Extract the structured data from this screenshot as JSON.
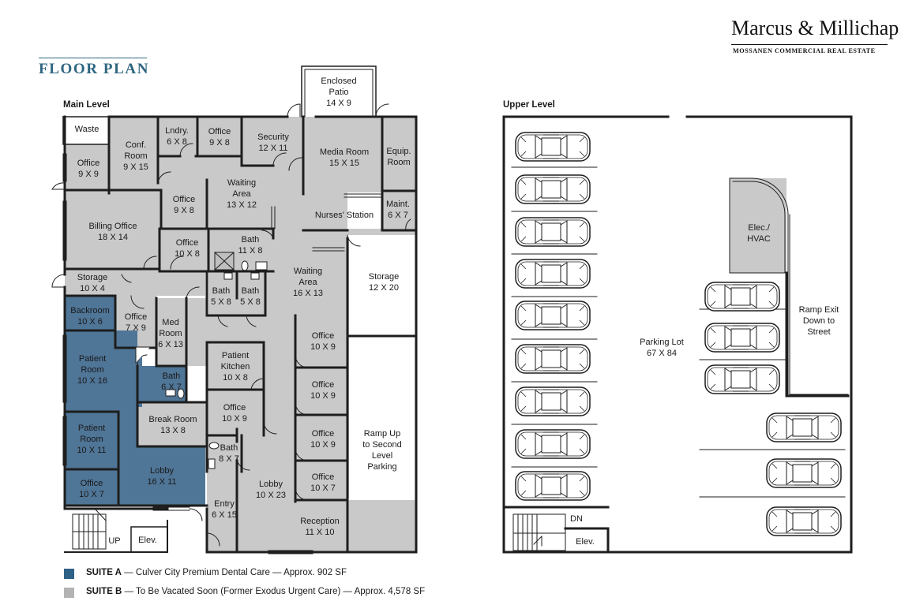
{
  "title": "FLOOR PLAN",
  "brand": {
    "name": "Marcus & Millichap",
    "subtitle": "MOSSANEN COMMERCIAL REAL ESTATE"
  },
  "levels": {
    "main": "Main Level",
    "upper": "Upper Level"
  },
  "colors": {
    "suite_a": "#4f7597",
    "suite_b": "#c9c9c9",
    "wall": "#1e1e1e",
    "title": "#2f6680"
  },
  "rooms": {
    "enclosed_patio": [
      "Enclosed",
      "Patio",
      "14 X 9"
    ],
    "waste": [
      "Waste"
    ],
    "office_9x9": [
      "Office",
      "9 X 9"
    ],
    "conf_room": [
      "Conf.",
      "Room",
      "9 X 15"
    ],
    "laundry": [
      "Lndry.",
      "6 X 8"
    ],
    "office_9x8_top": [
      "Office",
      "9 X 8"
    ],
    "security": [
      "Security",
      "12 X 11"
    ],
    "media_room": [
      "Media Room",
      "15 X 15"
    ],
    "equip_room": [
      "Equip.",
      "Room"
    ],
    "waiting_area_top": [
      "Waiting",
      "Area",
      "13 X 12"
    ],
    "office_9x8_mid": [
      "Office",
      "9 X 8"
    ],
    "billing_office": [
      "Billing Office",
      "18 X 14"
    ],
    "nurses_station": [
      "Nurses' Station"
    ],
    "maint": [
      "Maint.",
      "6 X 7"
    ],
    "office_10x8": [
      "Office",
      "10 X 8"
    ],
    "bath_11x8": [
      "Bath",
      "11 X 8"
    ],
    "storage_10x4": [
      "Storage",
      "10 X 4"
    ],
    "storage_12x20": [
      "Storage",
      "12 X 20"
    ],
    "bath_5x8_a": [
      "Bath",
      "5 X 8"
    ],
    "bath_5x8_b": [
      "Bath",
      "5 X 8"
    ],
    "waiting_area_main": [
      "Waiting",
      "Area",
      "16 X 13"
    ],
    "backroom": [
      "Backroom",
      "10 X 6"
    ],
    "office_7x9": [
      "Office",
      "7 X 9"
    ],
    "med_room": [
      "Med",
      "Room",
      "6 X 13"
    ],
    "office_10x9_a": [
      "Office",
      "10 X 9"
    ],
    "patient_room_10x16": [
      "Patient",
      "Room",
      "10 X 16"
    ],
    "patient_kitchen": [
      "Patient",
      "Kitchen",
      "10 X 8"
    ],
    "bath_6x7": [
      "Bath",
      "6 X 7"
    ],
    "office_10x9_b": [
      "Office",
      "10 X 9"
    ],
    "break_room": [
      "Break Room",
      "13 X 8"
    ],
    "office_10x9_c": [
      "Office",
      "10 X 9"
    ],
    "patient_room_10x11": [
      "Patient",
      "Room",
      "10 X 11"
    ],
    "office_10x9_d": [
      "Office",
      "10 X 9"
    ],
    "ramp_up": [
      "Ramp Up",
      "to Second",
      "Level",
      "Parking"
    ],
    "bath_8x7": [
      "Bath",
      "8 X 7"
    ],
    "lobby_16x11": [
      "Lobby",
      "16 X 11"
    ],
    "office_10x7_right": [
      "Office",
      "10 X 7"
    ],
    "office_10x7_left": [
      "Office",
      "10 X 7"
    ],
    "lobby_10x23": [
      "Lobby",
      "10 X 23"
    ],
    "entry": [
      "Entry",
      "6 X 15"
    ],
    "reception": [
      "Reception",
      "11 X 10"
    ],
    "stairs_up": [
      "UP"
    ],
    "elev_main": [
      "Elev."
    ],
    "elec_hvac": [
      "Elec./",
      "HVAC"
    ],
    "ramp_exit": [
      "Ramp Exit",
      "Down to",
      "Street"
    ],
    "parking_lot": [
      "Parking Lot",
      "67 X 84"
    ],
    "stairs_dn": [
      "DN"
    ],
    "elev_upper": [
      "Elev."
    ]
  },
  "legend": [
    {
      "swatch": "#2f6187",
      "name": "SUITE A",
      "desc": " — Culver City Premium Dental Care — Approx. 902 SF"
    },
    {
      "swatch": "#b3b3b3",
      "name": "SUITE B",
      "desc": " — To Be Vacated Soon (Former Exodus Urgent Care) — Approx. 4,578 SF"
    }
  ]
}
